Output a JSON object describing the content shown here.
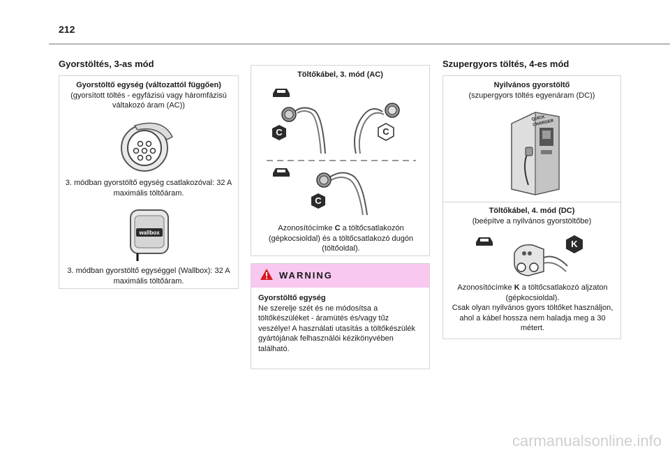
{
  "page": {
    "number": "212",
    "watermark": "carmanualsonline.info"
  },
  "left": {
    "title": "Gyorstöltés, 3-as mód",
    "heading": "Gyorstöltő egység (változattól függően)",
    "subheading": "(gyorsított töltés - egyfázisú vagy háromfázisú váltakozó áram (AC))",
    "caption1": "3. módban gyorstöltő egység csatlakozóval: 32 A maximális töltőáram.",
    "wallbox_logo": "wallbox",
    "caption2": "3. módban gyorstöltő egységgel (Wallbox): 32 A maximális töltőáram."
  },
  "middle": {
    "heading": "Töltőkábel, 3. mód (AC)",
    "label_c": "C",
    "caption_before": "Azonosítócímke ",
    "caption_label": "C",
    "caption_after": " a töltőcsatlakozón (gépkocsioldal) és a töltőcsatlakozó dugón (töltőoldal).",
    "warning": {
      "title": "WARNING",
      "heading": "Gyorstöltő egység",
      "body": "Ne szerelje szét és ne módosítsa a töltőkészüléket - áramütés és/vagy tűz veszélye! A használati utasítás a töltőkészülék gyártójának felhasználói kézikönyvében található."
    }
  },
  "right": {
    "title": "Szupergyors töltés, 4-es mód",
    "heading": "Nyilvános gyorstöltő",
    "subheading": "(szupergyors töltés egyenáram (DC))",
    "charger_text": "QUICK CHARGER",
    "heading2": "Töltőkábel, 4. mód (DC)",
    "subheading2": "(beépítve a nyilvános gyorstöltőbe)",
    "label_k": "K",
    "caption_before": "Azonosítócímke ",
    "caption_label": "K",
    "caption_after": " a töltőcsatlakozó aljzaton (gépkocsioldal).",
    "caption_extra": "Csak olyan nyilvános gyors töltőket használjon, ahol a kábel hossza nem haladja meg a 30 métert."
  }
}
